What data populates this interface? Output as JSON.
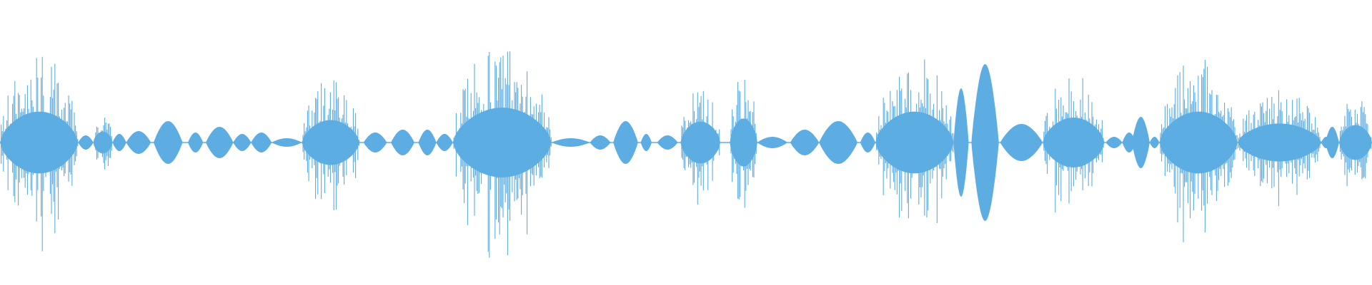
{
  "waveform": {
    "color": "#5dade2",
    "background": "#ffffff",
    "segments": [
      {
        "type": "burst",
        "start": 0.0,
        "end": 0.057,
        "amp": 0.62
      },
      {
        "type": "tone",
        "start": 0.057,
        "end": 0.068,
        "amp": 0.05
      },
      {
        "type": "burst",
        "start": 0.068,
        "end": 0.082,
        "amp": 0.22
      },
      {
        "type": "tone",
        "start": 0.082,
        "end": 0.092,
        "amp": 0.06
      },
      {
        "type": "tone",
        "start": 0.092,
        "end": 0.11,
        "amp": 0.08
      },
      {
        "type": "tone",
        "start": 0.112,
        "end": 0.133,
        "amp": 0.15
      },
      {
        "type": "tone",
        "start": 0.137,
        "end": 0.148,
        "amp": 0.07
      },
      {
        "type": "tone",
        "start": 0.15,
        "end": 0.17,
        "amp": 0.11
      },
      {
        "type": "tone",
        "start": 0.17,
        "end": 0.183,
        "amp": 0.06
      },
      {
        "type": "tone",
        "start": 0.183,
        "end": 0.198,
        "amp": 0.07
      },
      {
        "type": "tone",
        "start": 0.198,
        "end": 0.22,
        "amp": 0.03
      },
      {
        "type": "burst",
        "start": 0.22,
        "end": 0.262,
        "amp": 0.45
      },
      {
        "type": "tone",
        "start": 0.265,
        "end": 0.282,
        "amp": 0.07
      },
      {
        "type": "tone",
        "start": 0.285,
        "end": 0.302,
        "amp": 0.09
      },
      {
        "type": "tone",
        "start": 0.305,
        "end": 0.318,
        "amp": 0.09
      },
      {
        "type": "tone",
        "start": 0.318,
        "end": 0.33,
        "amp": 0.06
      },
      {
        "type": "burst",
        "start": 0.33,
        "end": 0.402,
        "amp": 0.7
      },
      {
        "type": "tone",
        "start": 0.402,
        "end": 0.43,
        "amp": 0.03
      },
      {
        "type": "tone",
        "start": 0.43,
        "end": 0.445,
        "amp": 0.05
      },
      {
        "type": "tone",
        "start": 0.447,
        "end": 0.465,
        "amp": 0.15
      },
      {
        "type": "tone",
        "start": 0.467,
        "end": 0.475,
        "amp": 0.06
      },
      {
        "type": "tone",
        "start": 0.479,
        "end": 0.494,
        "amp": 0.05
      },
      {
        "type": "burst",
        "start": 0.496,
        "end": 0.525,
        "amp": 0.42
      },
      {
        "type": "burst",
        "start": 0.532,
        "end": 0.552,
        "amp": 0.48
      },
      {
        "type": "tone",
        "start": 0.552,
        "end": 0.574,
        "amp": 0.04
      },
      {
        "type": "tone",
        "start": 0.576,
        "end": 0.597,
        "amp": 0.09
      },
      {
        "type": "tone",
        "start": 0.597,
        "end": 0.625,
        "amp": 0.15
      },
      {
        "type": "tone",
        "start": 0.627,
        "end": 0.638,
        "amp": 0.07
      },
      {
        "type": "burst",
        "start": 0.638,
        "end": 0.695,
        "amp": 0.62
      },
      {
        "type": "tone",
        "start": 0.695,
        "end": 0.706,
        "amp": 0.38
      },
      {
        "type": "tone",
        "start": 0.708,
        "end": 0.728,
        "amp": 0.55
      },
      {
        "type": "tone",
        "start": 0.729,
        "end": 0.76,
        "amp": 0.13
      },
      {
        "type": "burst",
        "start": 0.76,
        "end": 0.805,
        "amp": 0.5
      },
      {
        "type": "tone",
        "start": 0.806,
        "end": 0.818,
        "amp": 0.04
      },
      {
        "type": "tone",
        "start": 0.818,
        "end": 0.828,
        "amp": 0.07
      },
      {
        "type": "tone",
        "start": 0.825,
        "end": 0.838,
        "amp": 0.18
      },
      {
        "type": "tone",
        "start": 0.838,
        "end": 0.845,
        "amp": 0.04
      },
      {
        "type": "burst",
        "start": 0.845,
        "end": 0.902,
        "amp": 0.62
      },
      {
        "type": "burst",
        "start": 0.902,
        "end": 0.963,
        "amp": 0.38
      },
      {
        "type": "tone",
        "start": 0.963,
        "end": 0.97,
        "amp": 0.04
      },
      {
        "type": "tone",
        "start": 0.966,
        "end": 0.976,
        "amp": 0.11
      },
      {
        "type": "burst",
        "start": 0.976,
        "end": 1.0,
        "amp": 0.35
      }
    ]
  }
}
